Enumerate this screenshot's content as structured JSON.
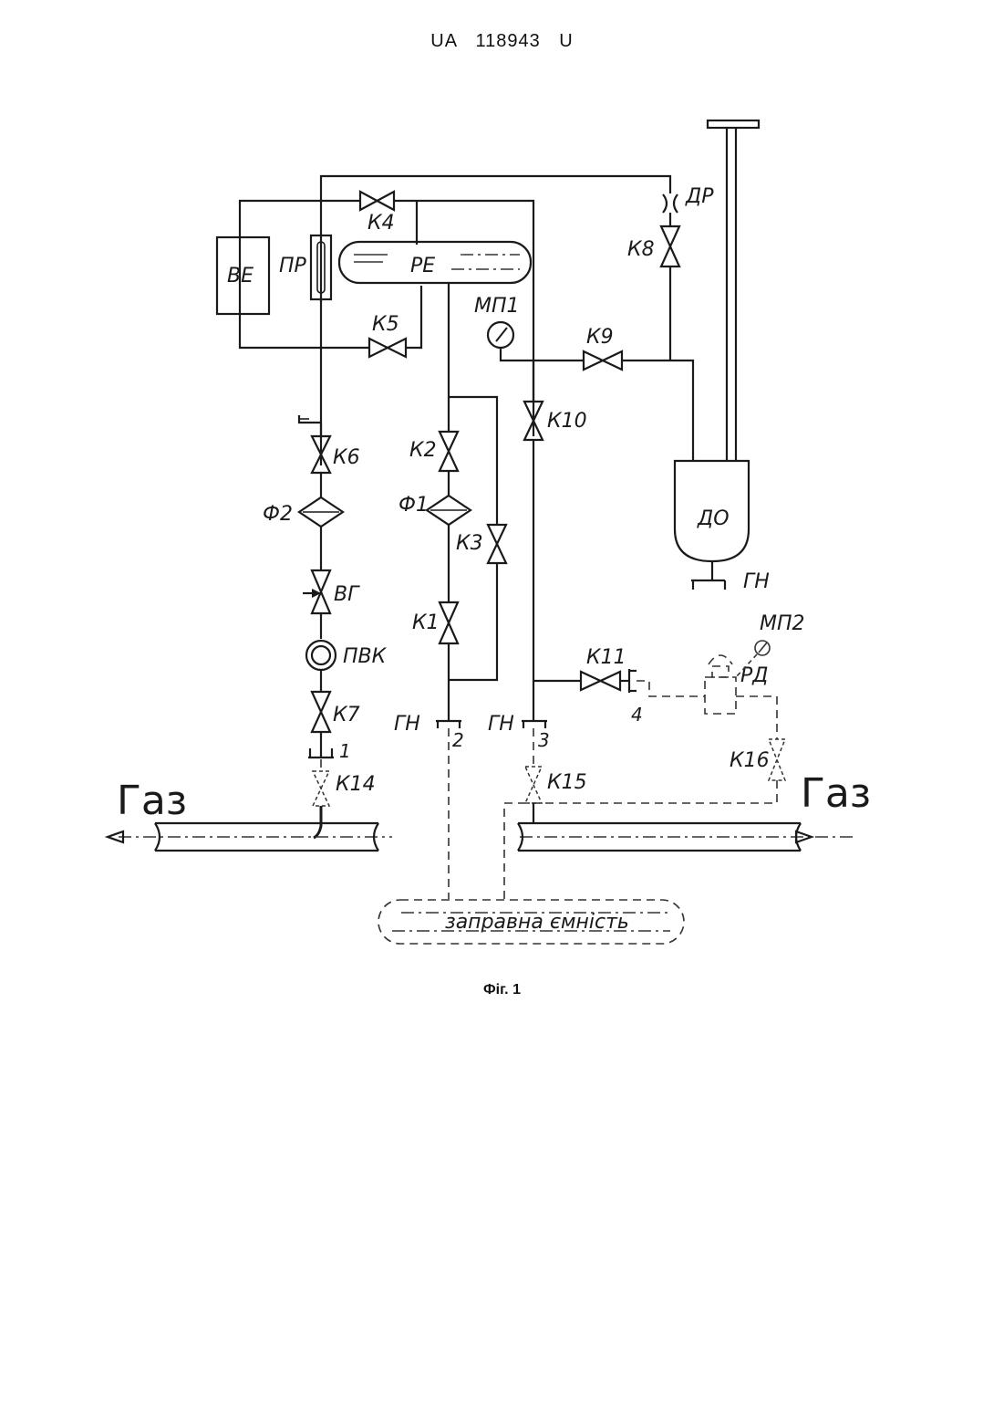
{
  "header": {
    "patent_number": "UA   118943   U"
  },
  "caption": "Фіг. 1",
  "labels": {
    "ve": "ВЕ",
    "pr": "ПР",
    "re": "РЕ",
    "k4": "К4",
    "k5": "К5",
    "dr": "ДР",
    "k8": "К8",
    "mp1": "МП1",
    "k9": "К9",
    "k10": "К10",
    "k6": "К6",
    "k2": "К2",
    "f1": "Ф1",
    "f2": "Ф2",
    "k3": "К3",
    "do": "ДО",
    "gn_do": "ГН",
    "vg": "ВГ",
    "k1": "К1",
    "mp2": "МП2",
    "pvk": "ПВК",
    "k11": "К11",
    "rd": "РД",
    "k7": "К7",
    "gn2": "ГН",
    "num2": "2",
    "gn3": "ГН",
    "num3": "3",
    "num4": "4",
    "num1": "1",
    "k16": "К16",
    "k14": "К14",
    "k15": "К15",
    "gas_left": "Газ",
    "gas_right": "Газ",
    "tank": "заправна ємність"
  }
}
